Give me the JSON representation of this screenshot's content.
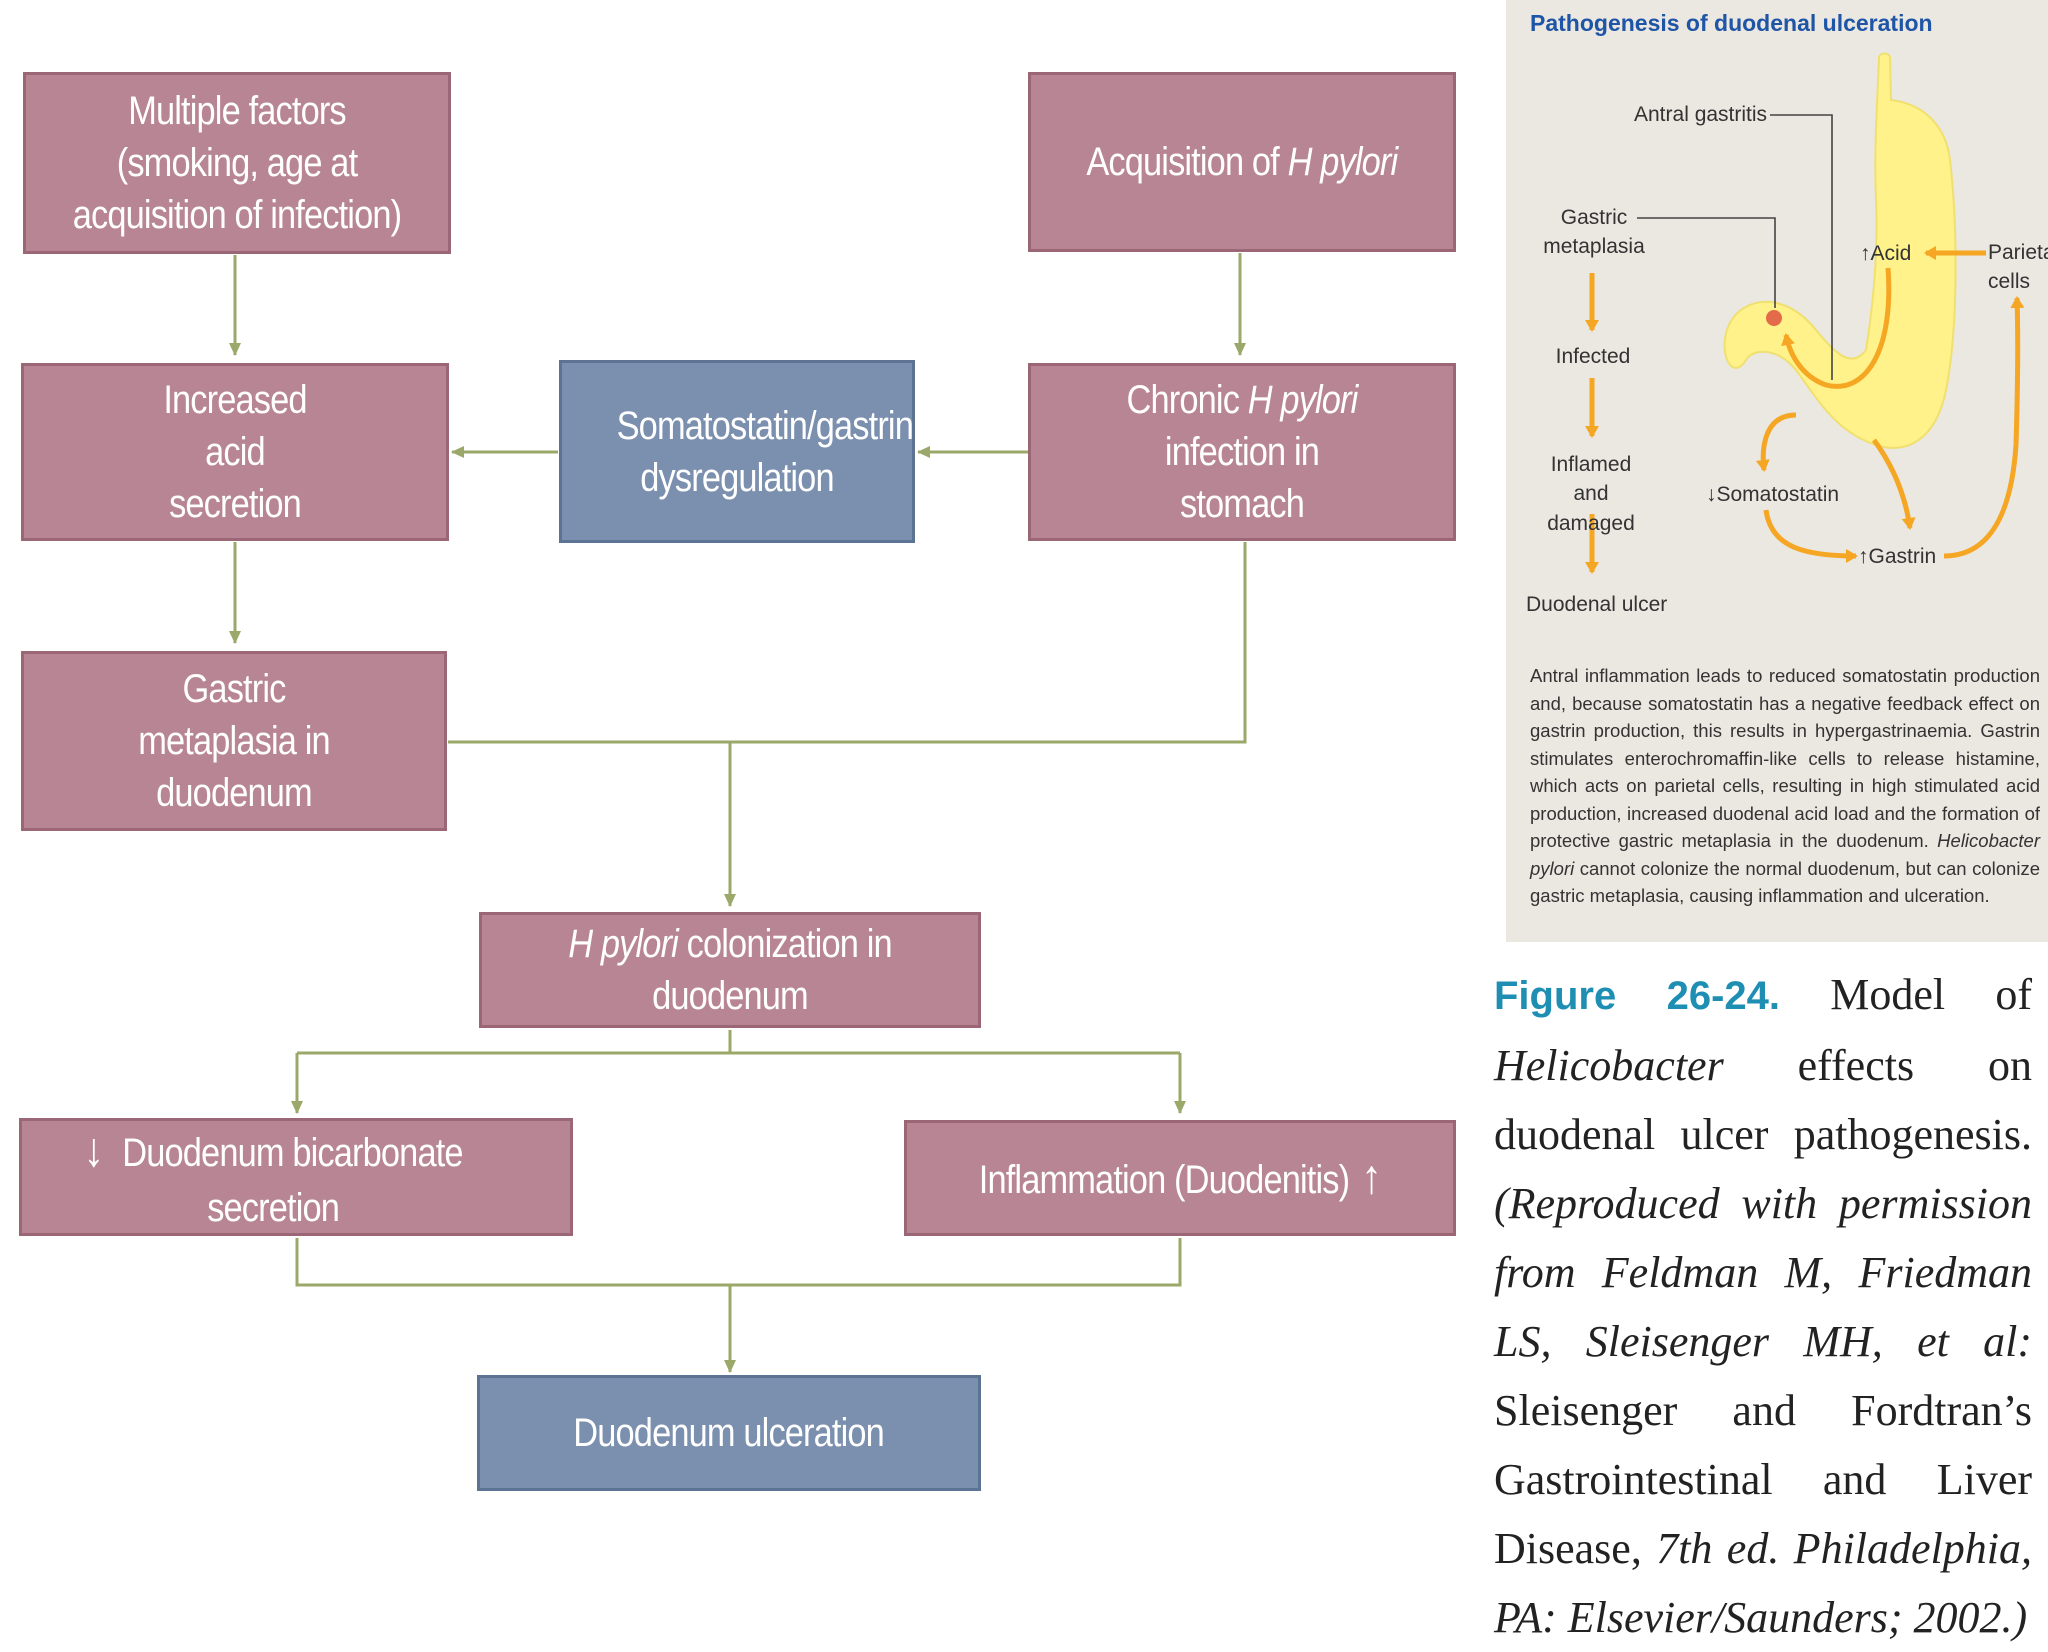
{
  "flowchart": {
    "multiple_factors": "Multiple factors (smoking, age at acquisition of infection)",
    "acquisition": {
      "prefix": "Acquisition of ",
      "italic": "H pylori"
    },
    "increased_acid": "Increased acid secretion",
    "somatostatin_dysreg": "Somatostatin/gastrin dysregulation",
    "chronic": {
      "prefix": "Chronic ",
      "italic": "H pylori",
      "suffix": " infection in stomach"
    },
    "gastric_metaplasia": "Gastric metaplasia in duodenum",
    "colonization": {
      "italic": "H pylori",
      "suffix": " colonization in duodenum"
    },
    "bicarbonate": {
      "arrow": "↓",
      "text": "Duodenum bicarbonate secretion"
    },
    "inflammation": {
      "text": "Inflammation (Duodenitis)",
      "arrow": "↑"
    },
    "ulceration": "Duodenum ulceration",
    "colors": {
      "pink_box": "#b78594",
      "blue_box": "#7b8fae",
      "connector": "#9aa86a"
    }
  },
  "inset": {
    "title": "Pathogenesis of duodenal ulceration",
    "labels": {
      "antral_gastritis": "Antral gastritis",
      "gastric_metaplasia": "Gastric metaplasia",
      "infected": "Infected",
      "inflamed": "Inflamed and damaged",
      "duodenal_ulcer": "Duodenal ulcer",
      "acid": "↑Acid",
      "parietal": "Parietal cells",
      "somatostatin": "↓Somatostatin",
      "gastrin": "↑Gastrin"
    },
    "caption_plain": "Antral inflammation leads to reduced somatostatin production and, because somatostatin has a negative feedback effect on gastrin production, this results in hypergastrinaemia. Gastrin stimulates enterochromaffin-like cells to release histamine, which acts on parietal cells, resulting in high stimulated acid production, increased duodenal acid load and the formation of protective gastric metaplasia in the duodenum. ",
    "caption_italic": "Helicobacter pylori",
    "caption_end": " cannot colonize the normal duodenum, but can colonize gastric metaplasia, causing inflammation and ulceration.",
    "colors": {
      "stomach": "#fff28a",
      "arrow": "#f5a623",
      "title": "#1f55a6"
    }
  },
  "figure_caption": {
    "label": "Figure 26-24.",
    "t1": " Model of ",
    "i1": "Helicobacter",
    "t2": " effects on duodenal ulcer pathogenesis. ",
    "i2": "(Reproduced with permission from Feldman M, Friedman LS, Sleisenger MH, et al:",
    "t3": " Sleisenger and Fordtran’s Gastrointestinal and Liver Disease, ",
    "i3": "7th ed. Philadelphia, PA: Elsevier/Saunders; 2002.)"
  }
}
